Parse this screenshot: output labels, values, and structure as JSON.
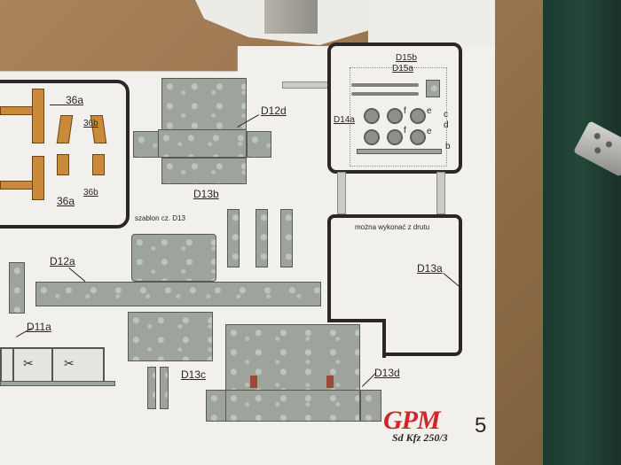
{
  "labels": {
    "d15b": "D15b",
    "d15a": "D15a",
    "d14a": "D14a",
    "f1": "f",
    "f2": "f",
    "e1": "e",
    "e2": "e",
    "c": "c",
    "d": "d",
    "b": "b",
    "d12d": "D12d",
    "d13b": "D13b",
    "d12a": "D12a",
    "d11a": "D11a",
    "d13c": "D13c",
    "d13d": "D13d",
    "d13a": "D13a",
    "a36_top": "36a",
    "b36_top": "36b",
    "b36_bottom": "36b",
    "a36_bottom": "36a"
  },
  "notes": {
    "template": "szablon cz. D13",
    "wire": "można wykonać z drutu"
  },
  "branding": {
    "logo": "GPM",
    "model": "Sd Kfz 250/3",
    "page_number": "5"
  },
  "colors": {
    "logo_red": "#d2242b",
    "part_grey": "#9ea39b",
    "part_orange": "#c98b3a",
    "sheet": "#f1f0ec",
    "board": "#9a7650",
    "mat_green": "#24473a"
  }
}
